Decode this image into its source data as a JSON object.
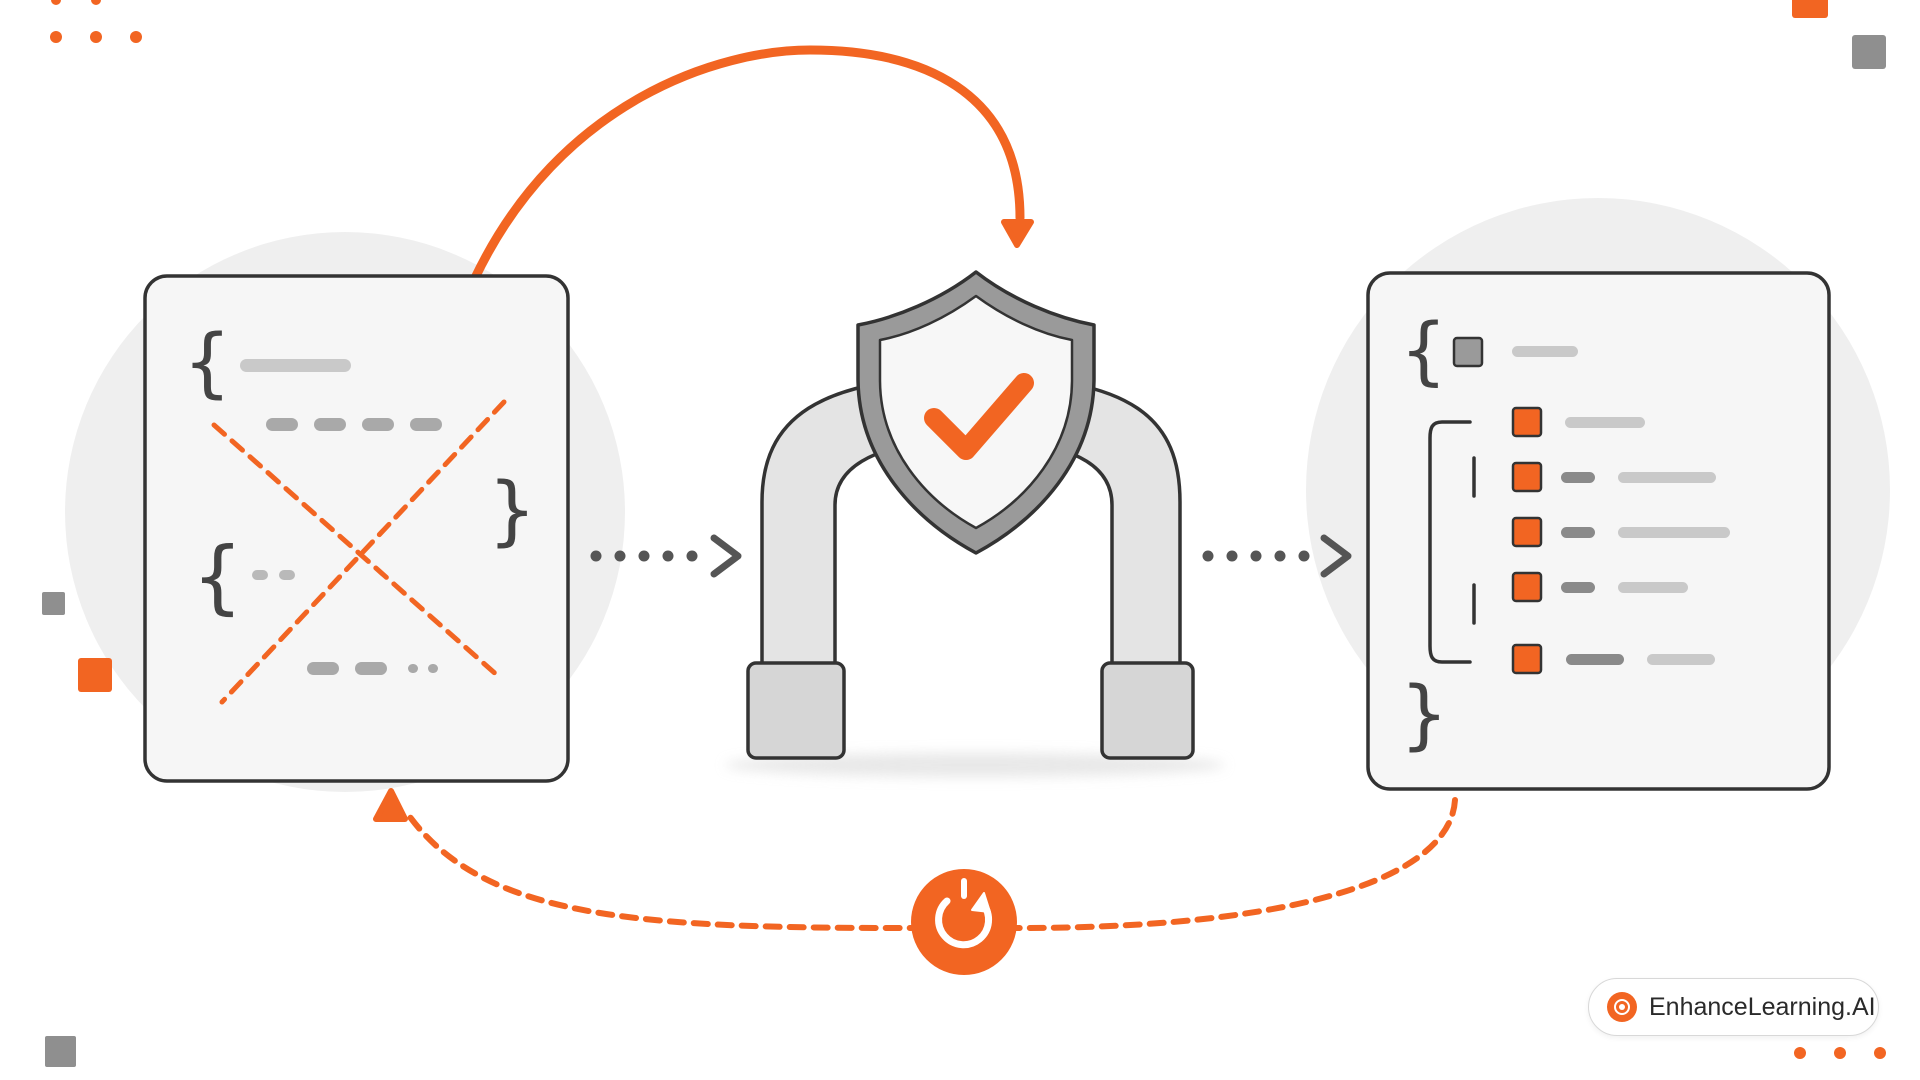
{
  "brand": {
    "name": "EnhanceLearning.AI",
    "logo_icon": "target-icon"
  },
  "colors": {
    "accent": "#f26522",
    "outline": "#333333",
    "panel_fill": "#f6f6f6",
    "background": "#ffffff",
    "halo": "#eeeeee",
    "bar_dark": "#8a8a8a",
    "bar_light": "#c9c9c9",
    "arrow_gray": "#555555"
  },
  "diagram": {
    "left_panel": {
      "name": "broken-code-panel",
      "icon": "braces-icon",
      "overlay": "cross-icon"
    },
    "center": {
      "name": "validation-gateway",
      "icon": "shield-check-icon"
    },
    "right_panel": {
      "name": "structured-code-panel",
      "icon": "braces-icon",
      "checkbox_rows": 5
    },
    "top_arrow": "curved-arrow-icon",
    "loop_arrow": "dashed-loop-arrow-icon",
    "loop_node": "refresh-icon",
    "flow_arrows": [
      "dotted-arrow-icon",
      "dotted-arrow-icon"
    ]
  }
}
